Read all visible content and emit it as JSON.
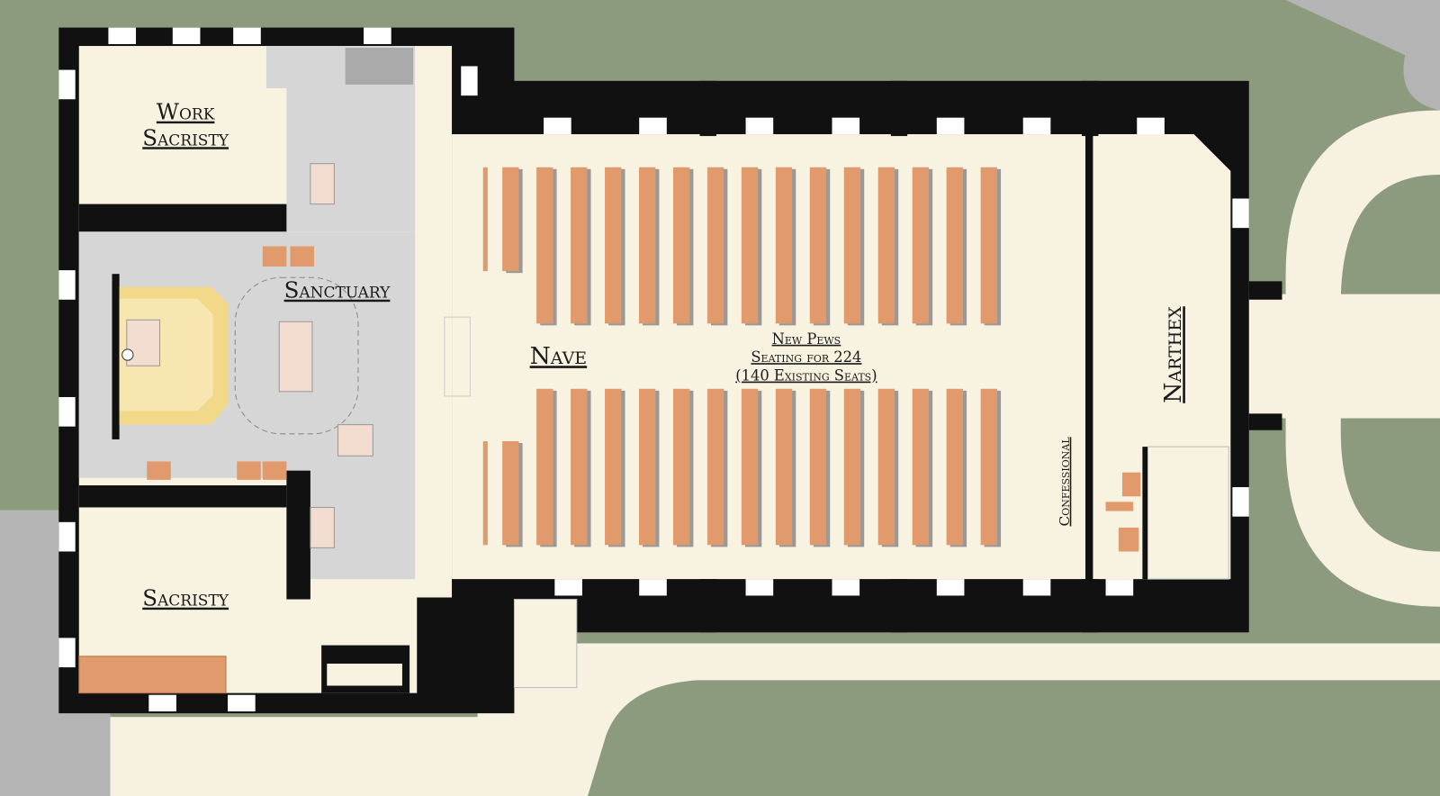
{
  "rooms": {
    "work_sacristy": [
      "Work",
      "Sacristy"
    ],
    "sanctuary": "Sanctuary",
    "sacristy": "Sacristy",
    "nave": "Nave",
    "narthex": "Narthex",
    "confessional": "Confessional"
  },
  "nave_note": [
    "New Pews",
    "Seating for 224",
    "(140 Existing Seats)"
  ],
  "pews_per_side": 15,
  "colors": {
    "grass": "#8c9a7e",
    "path": "#f6f1e0",
    "wall": "#111111",
    "floor": "#f8f2e1",
    "sanctuary": "#d6d6d6",
    "pew": "#e09a6c",
    "pavement": "#b4b4b4"
  }
}
